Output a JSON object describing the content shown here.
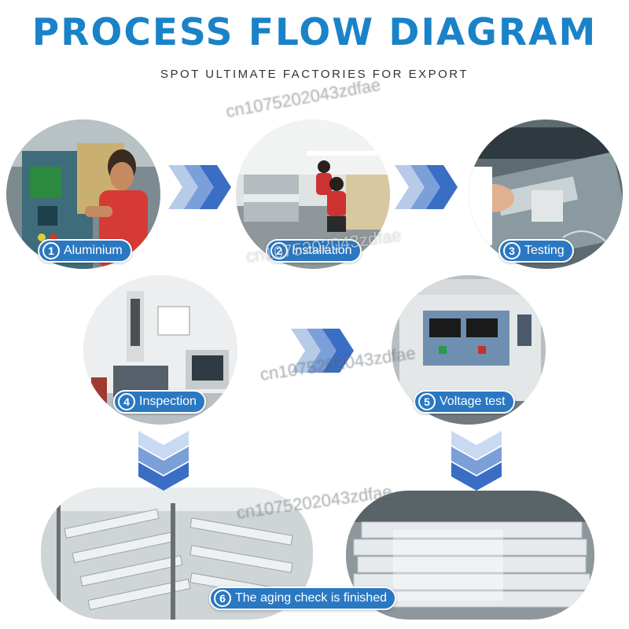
{
  "header": {
    "title": "PROCESS FLOW DIAGRAM",
    "subtitle": "SPOT ULTIMATE FACTORIES FOR EXPORT"
  },
  "steps": [
    {
      "number": "1",
      "label": "Aluminium"
    },
    {
      "number": "2",
      "label": "Installation"
    },
    {
      "number": "3",
      "label": "Testing"
    },
    {
      "number": "4",
      "label": "Inspection"
    },
    {
      "number": "5",
      "label": "Voltage test"
    },
    {
      "number": "6",
      "label": "The aging check is finished"
    }
  ],
  "watermark": "cn1075202043zdfae",
  "colors": {
    "title": "#1a82c8",
    "label_bg": "#2a78c2",
    "arrow": "#3b6fc4",
    "arrow_light": "#c9d9f2"
  }
}
